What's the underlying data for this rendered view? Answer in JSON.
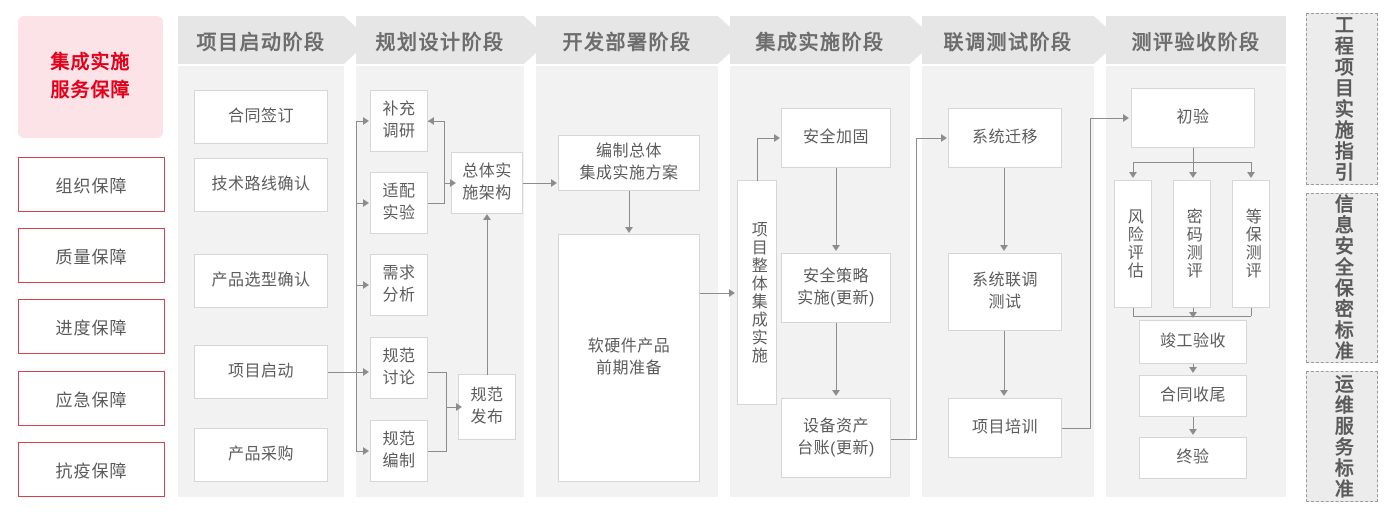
{
  "guarantee": {
    "header": "集成实施\n服务保障",
    "header_line1": "集成实施",
    "header_line2": "服务保障",
    "accent_color": "#e3001b",
    "header_bg": "#fbe3e7",
    "border_color": "#d8404f",
    "items": [
      {
        "label": "组织保障"
      },
      {
        "label": "质量保障"
      },
      {
        "label": "进度保障"
      },
      {
        "label": "应急保障"
      },
      {
        "label": "抗疫保障"
      }
    ]
  },
  "phases": [
    {
      "title": "项目启动阶段",
      "nodes": [
        {
          "label": "合同签订"
        },
        {
          "label": "技术路线确认"
        },
        {
          "label": "产品选型确认"
        },
        {
          "label": "项目启动"
        },
        {
          "label": "产品采购"
        }
      ]
    },
    {
      "title": "规划设计阶段",
      "nodes": [
        {
          "label": "补充\n调研",
          "l1": "补充",
          "l2": "调研"
        },
        {
          "label": "适配\n实验",
          "l1": "适配",
          "l2": "实验"
        },
        {
          "label": "需求\n分析",
          "l1": "需求",
          "l2": "分析"
        },
        {
          "label": "规范\n讨论",
          "l1": "规范",
          "l2": "讨论"
        },
        {
          "label": "规范\n编制",
          "l1": "规范",
          "l2": "编制"
        },
        {
          "label": "总体实\n施架构",
          "l1": "总体实",
          "l2": "施架构"
        },
        {
          "label": "规范\n发布",
          "l1": "规范",
          "l2": "发布"
        }
      ]
    },
    {
      "title": "开发部署阶段",
      "nodes": [
        {
          "label": "编制总体\n集成实施方案",
          "l1": "编制总体",
          "l2": "集成实施方案"
        },
        {
          "label": "软硬件产品\n前期准备",
          "l1": "软硬件产品",
          "l2": "前期准备"
        }
      ]
    },
    {
      "title": "集成实施阶段",
      "nodes": [
        {
          "label": "项目整体集成实施"
        },
        {
          "label": "安全加固"
        },
        {
          "label": "安全策略\n实施(更新)",
          "l1": "安全策略",
          "l2": "实施(更新)"
        },
        {
          "label": "设备资产\n台账(更新)",
          "l1": "设备资产",
          "l2": "台账(更新)"
        }
      ]
    },
    {
      "title": "联调测试阶段",
      "nodes": [
        {
          "label": "系统迁移"
        },
        {
          "label": "系统联调\n测试",
          "l1": "系统联调",
          "l2": "测试"
        },
        {
          "label": "项目培训"
        }
      ]
    },
    {
      "title": "测评验收阶段",
      "nodes": [
        {
          "label": "初验"
        },
        {
          "label": "风险评估"
        },
        {
          "label": "密码测评"
        },
        {
          "label": "等保测评"
        },
        {
          "label": "竣工验收"
        },
        {
          "label": "合同收尾"
        },
        {
          "label": "终验"
        }
      ]
    }
  ],
  "standards": [
    {
      "label": "工程项目实施指引"
    },
    {
      "label": "信息安全保密标准"
    },
    {
      "label": "运维服务标准"
    }
  ]
}
